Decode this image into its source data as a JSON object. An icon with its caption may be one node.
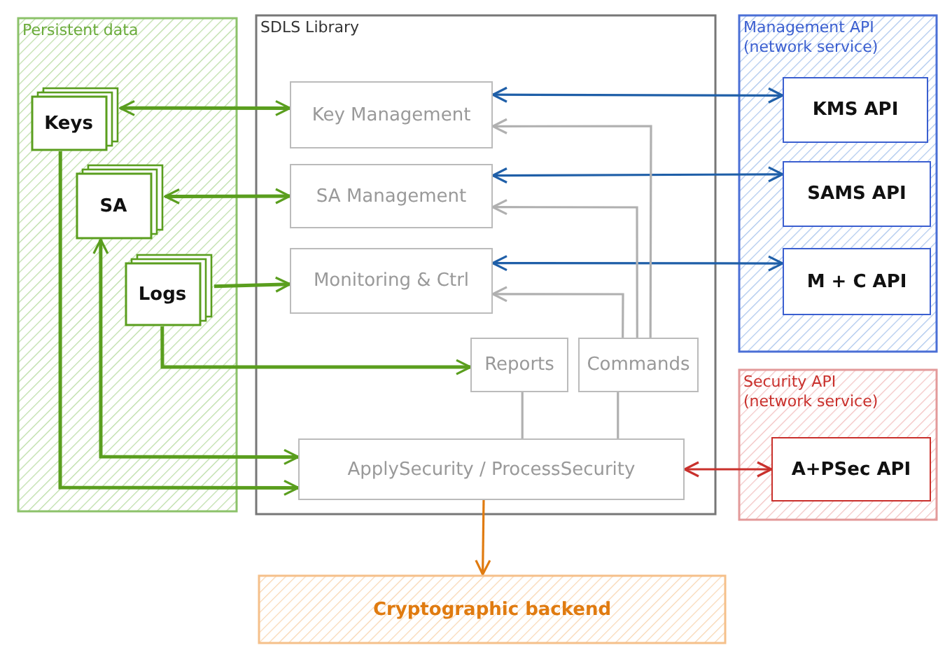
{
  "diagram": {
    "nodes": [
      {
        "text": [
          "Persistent data"
        ]
      },
      {
        "text": [
          "Keys"
        ],
        "in": 0
      },
      {
        "text": [
          "SA"
        ],
        "in": 0
      },
      {
        "text": [
          "Logs"
        ],
        "in": 0
      },
      {
        "text": [
          "SDLS Library"
        ]
      },
      {
        "text": [
          "Key Management"
        ],
        "in": 4
      },
      {
        "text": [
          "SA Management"
        ],
        "in": 4
      },
      {
        "text": [
          "Monitoring & Ctrl"
        ],
        "in": 4
      },
      {
        "text": [
          "Reports"
        ],
        "in": 4
      },
      {
        "text": [
          "Commands"
        ],
        "in": 4
      },
      {
        "text": [
          "ApplySecurity / ProcessSecurity"
        ],
        "in": 4
      },
      {
        "text": [
          "Management API (network service)"
        ]
      },
      {
        "text": [
          "KMS API"
        ],
        "in": 11
      },
      {
        "text": [
          "SAMS API"
        ],
        "in": 11
      },
      {
        "text": [
          "M + C API"
        ],
        "in": 11
      },
      {
        "text": [
          "Security API (network service)"
        ]
      },
      {
        "text": [
          "A+PSec API"
        ],
        "in": 15
      },
      {
        "text": [
          "Cryptographic backend"
        ]
      }
    ],
    "edges": [
      {
        "from": 1,
        "to": 5,
        "arrow": "both"
      },
      {
        "from": 2,
        "to": 6,
        "arrow": "both"
      },
      {
        "from": 3,
        "to": 7,
        "arrow": "to"
      },
      {
        "from": 3,
        "to": 8,
        "arrow": "to"
      },
      {
        "from": 1,
        "to": 10,
        "arrow": "to"
      },
      {
        "from": 10,
        "to": 2,
        "arrow": "both"
      },
      {
        "from": 5,
        "to": 12,
        "arrow": "both",
        "color": "#1f5fa8"
      },
      {
        "from": 6,
        "to": 13,
        "arrow": "both",
        "color": "#1f5fa8"
      },
      {
        "from": 7,
        "to": 14,
        "arrow": "both",
        "color": "#1f5fa8"
      },
      {
        "from": 9,
        "to": 5,
        "arrow": "to",
        "color": "#b0b0b0"
      },
      {
        "from": 9,
        "to": 6,
        "arrow": "to",
        "color": "#b0b0b0"
      },
      {
        "from": 9,
        "to": 7,
        "arrow": "to",
        "color": "#b0b0b0"
      },
      {
        "from": 8,
        "to": 10,
        "arrow": "none",
        "color": "#b0b0b0"
      },
      {
        "from": 9,
        "to": 10,
        "arrow": "none",
        "color": "#b0b0b0"
      },
      {
        "from": 10,
        "to": 16,
        "arrow": "both",
        "color": "#c9302c"
      },
      {
        "from": 10,
        "to": 17,
        "arrow": "to",
        "color": "#e07b10"
      }
    ]
  }
}
